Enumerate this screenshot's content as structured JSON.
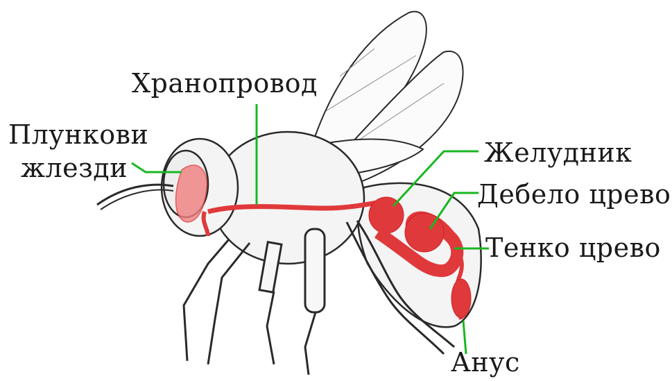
{
  "labels": {
    "salivary_line1": "Плункови",
    "salivary_line2": "жлезди",
    "esophagus": "Хранопровод",
    "stomach": "Желудник",
    "large_intestine": "Дебело црево",
    "small_intestine": "Тенко црево",
    "anus": "Анус"
  },
  "colors": {
    "leader": "#18b81f",
    "organ": "#e0393b",
    "outline": "#2a2a2a"
  }
}
